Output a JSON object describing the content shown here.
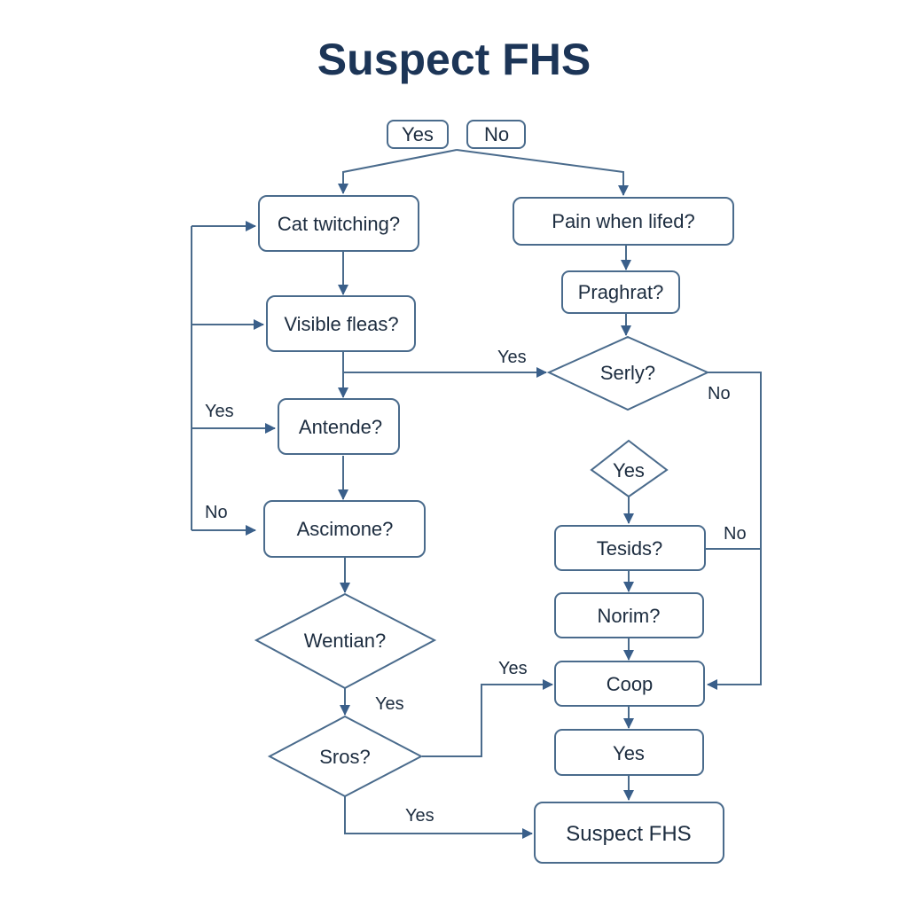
{
  "title": "Suspect FHS",
  "nodes": {
    "yes_top": "Yes",
    "no_top": "No",
    "cat_twitching": "Cat twitching?",
    "visible_fleas": "Visible fleas?",
    "antende": "Antende?",
    "ascimone": "Ascimone?",
    "wentian": "Wentian?",
    "sros": "Sros?",
    "pain_when_lifted": "Pain when lifed?",
    "praghrat": "Praghrat?",
    "serly": "Serly?",
    "yes_diamond": "Yes",
    "tesids": "Tesids?",
    "norim": "Norim?",
    "coop": "Coop",
    "yes_box": "Yes",
    "suspect_fhs": "Suspect FHS"
  },
  "edge_labels": {
    "left_yes": "Yes",
    "left_no": "No",
    "fleas_to_serly": "Yes",
    "serly_no": "No",
    "tesids_no": "No",
    "wentian_yes": "Yes",
    "sros_to_coop": "Yes",
    "sros_to_suspect": "Yes"
  },
  "colors": {
    "title": "#1c3557",
    "stroke": "#4a6b8c",
    "arrow": "#3a5f8a",
    "text": "#1c2c3f"
  }
}
